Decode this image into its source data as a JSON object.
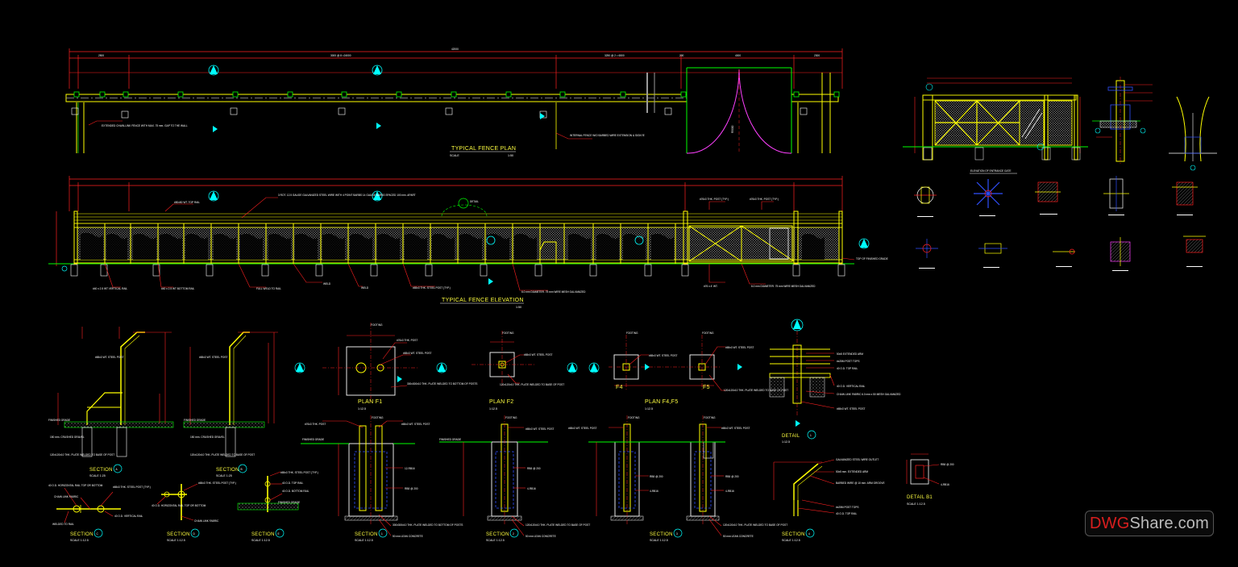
{
  "plan": {
    "title": "TYPICAL FENCE PLAN",
    "scale": "SCALE",
    "scale_value": "1:50",
    "dims": {
      "total": "42000",
      "left": "2500",
      "bays": "3000 @ 8 =24000",
      "bays2": "3250 @ 2 = 6500",
      "gate": "4000",
      "e1": "200",
      "e2": "2300"
    },
    "notes": [
      "EXTENDED CHAIN-LINK FENCE WITH MAX. 75 mm. GAP TO THE WALL",
      "INTERNAL FENCE W/O BARBED WIRE EXTENSION & SIGN 'B'"
    ],
    "gate_label": "R5000"
  },
  "elevation": {
    "title": "TYPICAL FENCE ELEVATION",
    "scale_value": "1:50",
    "notes": [
      "3 ROT. 12.5 GAUGE GALVANIZED STEEL WIRE WITH 4 POINT BARBS 14 GAUGE BARBS SPACED 100 mm. APART",
      "#50x50 WT. TOP RAIL",
      "DETAIL",
      "#76x3 THK. POST (TYP.)",
      "#76x3 THK. POST (TYP.)",
      "#40 x 2.5 WT VERTICAL RAIL",
      "#40 x 2.5 WT BOTTOM RAIL",
      "FULL WELD TO RAIL",
      "WELD",
      "WELD",
      "#65x3 THK. STEEL POST (TYP.)",
      "6.0 mm DIAMETER. 75 mm WIRE MESH GALVANIZED",
      "#76 x 4' WT.",
      "6.0 mm DIAMETER. 75 mm WIRE MESH GALVANIZED",
      "TOP OF FINISHED GRADE"
    ]
  },
  "plans": [
    {
      "title": "PLAN  F1",
      "scale": "1:12.5",
      "notes": [
        "#76x3 THK. POST",
        "#65x3 WT. STEEL POST",
        "300x300x10 THK. PLATE WELDED TO BOTTOM OF POSTS",
        "FOOTING"
      ]
    },
    {
      "title": "PLAN  F2",
      "scale": "1:12.5",
      "notes": [
        "#65x3 WT. STEEL POST",
        "120x120x10 THK. PLATE WELDED TO BASE OF POST",
        "FOOTING"
      ]
    },
    {
      "title": "PLAN  F4,F5",
      "scale": "1:12.5",
      "notes": [
        "#65x3 WT. STEEL POST",
        "120x120x10 THK. PLATE WELDED TO BASE OF POST",
        "FOOTING",
        "F4",
        "F5"
      ]
    }
  ],
  "detail": {
    "title": "DETAIL",
    "num": "1",
    "scale": "1:12.5",
    "notes": [
      "50x5 EXTENDED ARM",
      "#x25M POST TOPS",
      "40 O.D. TOP RAIL",
      "40 O.D. VERTICAL RAIL",
      "CHAIN LINK FABRIC 6.0 mm x 50 MESH GALVANIZED",
      "#65x3 WT. STEEL POST"
    ]
  },
  "sections": [
    {
      "title": "SECTION",
      "num": "A",
      "scale": "SCALE 1:25",
      "notes": [
        "#65x3 WT. STEEL POST",
        "FINISHED GRADE",
        "150 mm. CRUSHED GRAVEL",
        "120x120x10 THK. PLATE WELDED TO BASE OF POST"
      ]
    },
    {
      "title": "SECTION",
      "num": "B",
      "scale": "SCALE 1:25",
      "notes": [
        "#65x3 WT. STEEL POST",
        "FINISHED GRADE",
        "150 mm. CRUSHED GRAVEL",
        "120x120x10 THK. PLATE WELDED TO BASE OF POST"
      ]
    },
    {
      "title": "SECTION",
      "num": "C",
      "scale": "SCALE 1:12.5",
      "notes": [
        "40 O.D. HORIZONTAL RAIL TOP OR BOTTOM",
        "CHAIN LINK FABRIC",
        "40 O.D. VERTICAL RAIL",
        "WELDED TO RAIL",
        "#65x3 THK. STEEL POST (TYP.)"
      ]
    },
    {
      "title": "SECTION",
      "num": "D",
      "scale": "SCALE 1:12.5",
      "notes": [
        "#65x3 THK. STEEL POST (TYP.)",
        "40 O.D. HORIZONTAL RAIL TOP OR BOTTOM",
        "CHAIN LINK FABRIC"
      ]
    },
    {
      "title": "SECTION",
      "num": "E",
      "scale": "SCALE 1:12.5",
      "notes": [
        "#65x3 THK. STEEL POST (TYP.)",
        "40 O.D. TOP RAIL",
        "40 O.D. BOTTOM RAIL",
        "FINISHED GRADE"
      ]
    },
    {
      "title": "SECTION",
      "num": "1",
      "scale": "SCALE 1:12.5",
      "notes": [
        "#76x3 THK. POST",
        "#65x3 WT. STEEL POST",
        "FINISHED GRADE",
        "12-RB16",
        "RB8 @ 200",
        "300x300x10 THK. PLATE WELDED TO BOTTOM OF POSTS",
        "50 mm LEAN CONCRETE",
        "FOOTING"
      ]
    },
    {
      "title": "SECTION",
      "num": "2",
      "scale": "SCALE 1:12.5",
      "notes": [
        "#65x3 WT. STEEL POST",
        "FINISHED GRADE",
        "RB8 @ 200",
        "4-RB16",
        "120x120x10 THK. PLATE WELDED TO BASE OF POST",
        "50 mm LEAN CONCRETE",
        "FOOTING"
      ]
    },
    {
      "title": "SECTION",
      "num": "3",
      "scale": "SCALE 1:12.5",
      "notes": [
        "#65x3 WT. STEEL POST",
        "#65x3 WT. STEEL POST",
        "RB8 @ 200",
        "4-RB16",
        "RB8 @ 200",
        "4-RB16",
        "120x120x10 THK. PLATE WELDED TO BASE OF POST",
        "50 mm LEAN CONCRETE",
        "FOOTING"
      ]
    },
    {
      "title": "SECTION",
      "num": "4",
      "scale": "SCALE 1:12.5",
      "notes": [
        "GALVANIZED STEEL WIRE OUTLET",
        "50x5 mm. EXTENDED ARM",
        "BARBED WIRE @ 10 mm. ARM GROOVE",
        "#x25M POST TOPS",
        "40 O.D. TOP RAIL"
      ]
    }
  ],
  "detail_b1": {
    "title": "DETAIL B1",
    "scale": "SCALE 1:12.5",
    "notes": [
      "RB8 @ 200",
      "4-RB16"
    ]
  },
  "gate_sheet": {
    "title": "ELEVATION OF ENTRANCE GATE"
  },
  "watermark": {
    "part_a": "DWG",
    "part_b": "Share.com"
  },
  "colors": {
    "yellow": "#ffff00",
    "green": "#00ff00",
    "red": "#ff2020",
    "cyan": "#00ffff",
    "white": "#ffffff",
    "blue": "#3050ff",
    "magenta": "#ff40ff",
    "grey": "#9a9a9a",
    "background": "#000000"
  }
}
